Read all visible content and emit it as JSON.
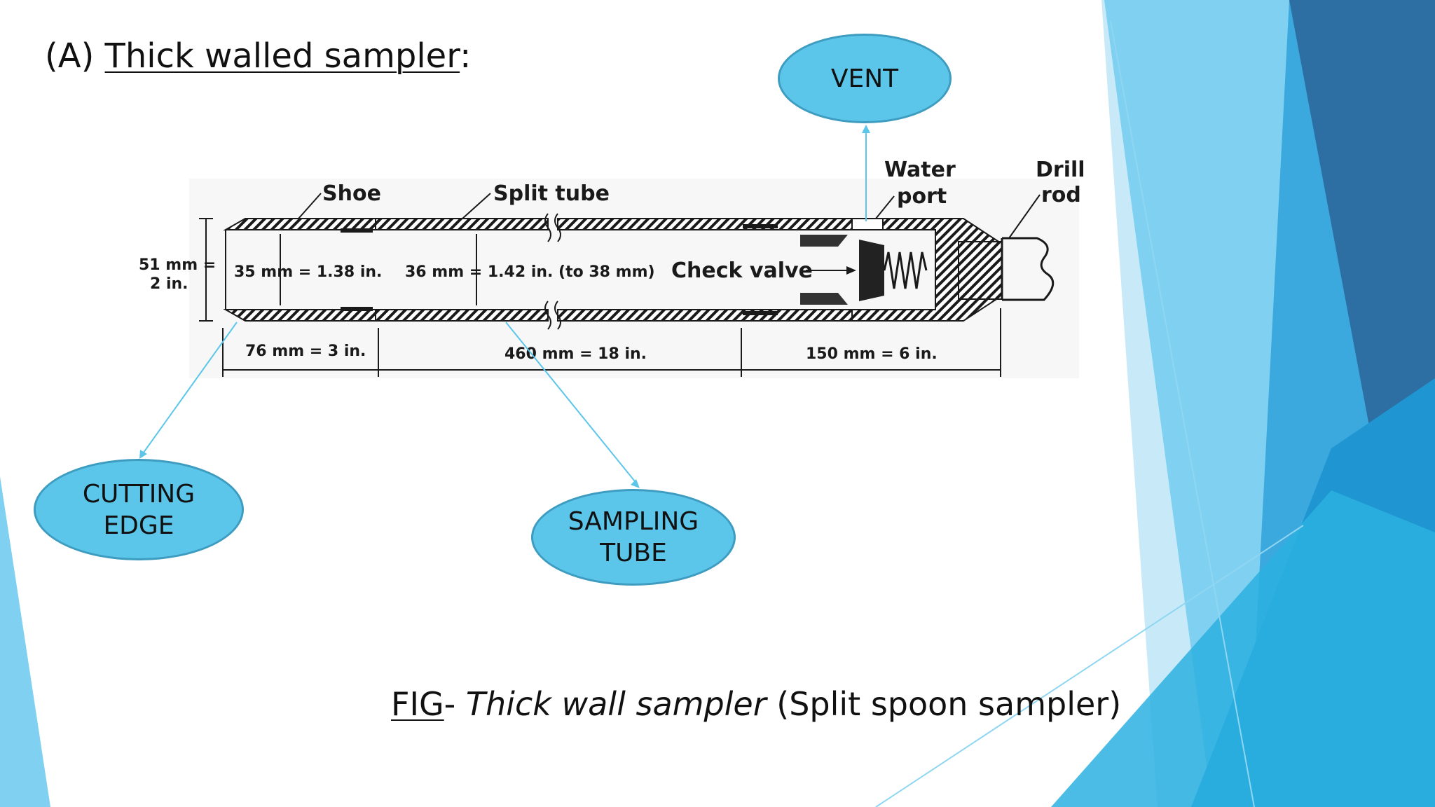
{
  "heading": {
    "prefix": "(A) ",
    "title": "Thick walled sampler",
    "suffix": ":"
  },
  "caption": {
    "fig": "FIG",
    "dash": "- ",
    "italic": "Thick wall sampler",
    "rest": " (Split spoon sampler)"
  },
  "callouts": {
    "vent": "VENT",
    "cutting_edge": [
      "CUTTING",
      "EDGE"
    ],
    "sampling_tube": [
      "SAMPLING",
      "TUBE"
    ]
  },
  "figure_labels": {
    "shoe": "Shoe",
    "split_tube": "Split tube",
    "water_port": [
      "Water",
      "port"
    ],
    "drill_rod": [
      "Drill",
      "rod"
    ],
    "outer_diameter": [
      "51 mm =",
      "2 in."
    ],
    "inner_shoe": "35 mm = 1.38 in.",
    "inner_tube": "36 mm = 1.42 in. (to 38 mm)",
    "check_valve": "Check valve",
    "len_shoe": "76 mm = 3 in.",
    "len_tube": "460 mm = 18 in.",
    "len_head": "150 mm = 6 in."
  },
  "colors": {
    "bubble_fill": "#5bc6ea",
    "bubble_border": "#3d9cc0",
    "leader_line": "#5bc6ea",
    "hatch_dark": "#1a1a1a",
    "deco_dark_blue": "#2e6fa3",
    "deco_mid_blue": "#1f96d2",
    "deco_light_blue": "#7fd0f1",
    "deco_pale_blue": "#c8eaf8"
  }
}
